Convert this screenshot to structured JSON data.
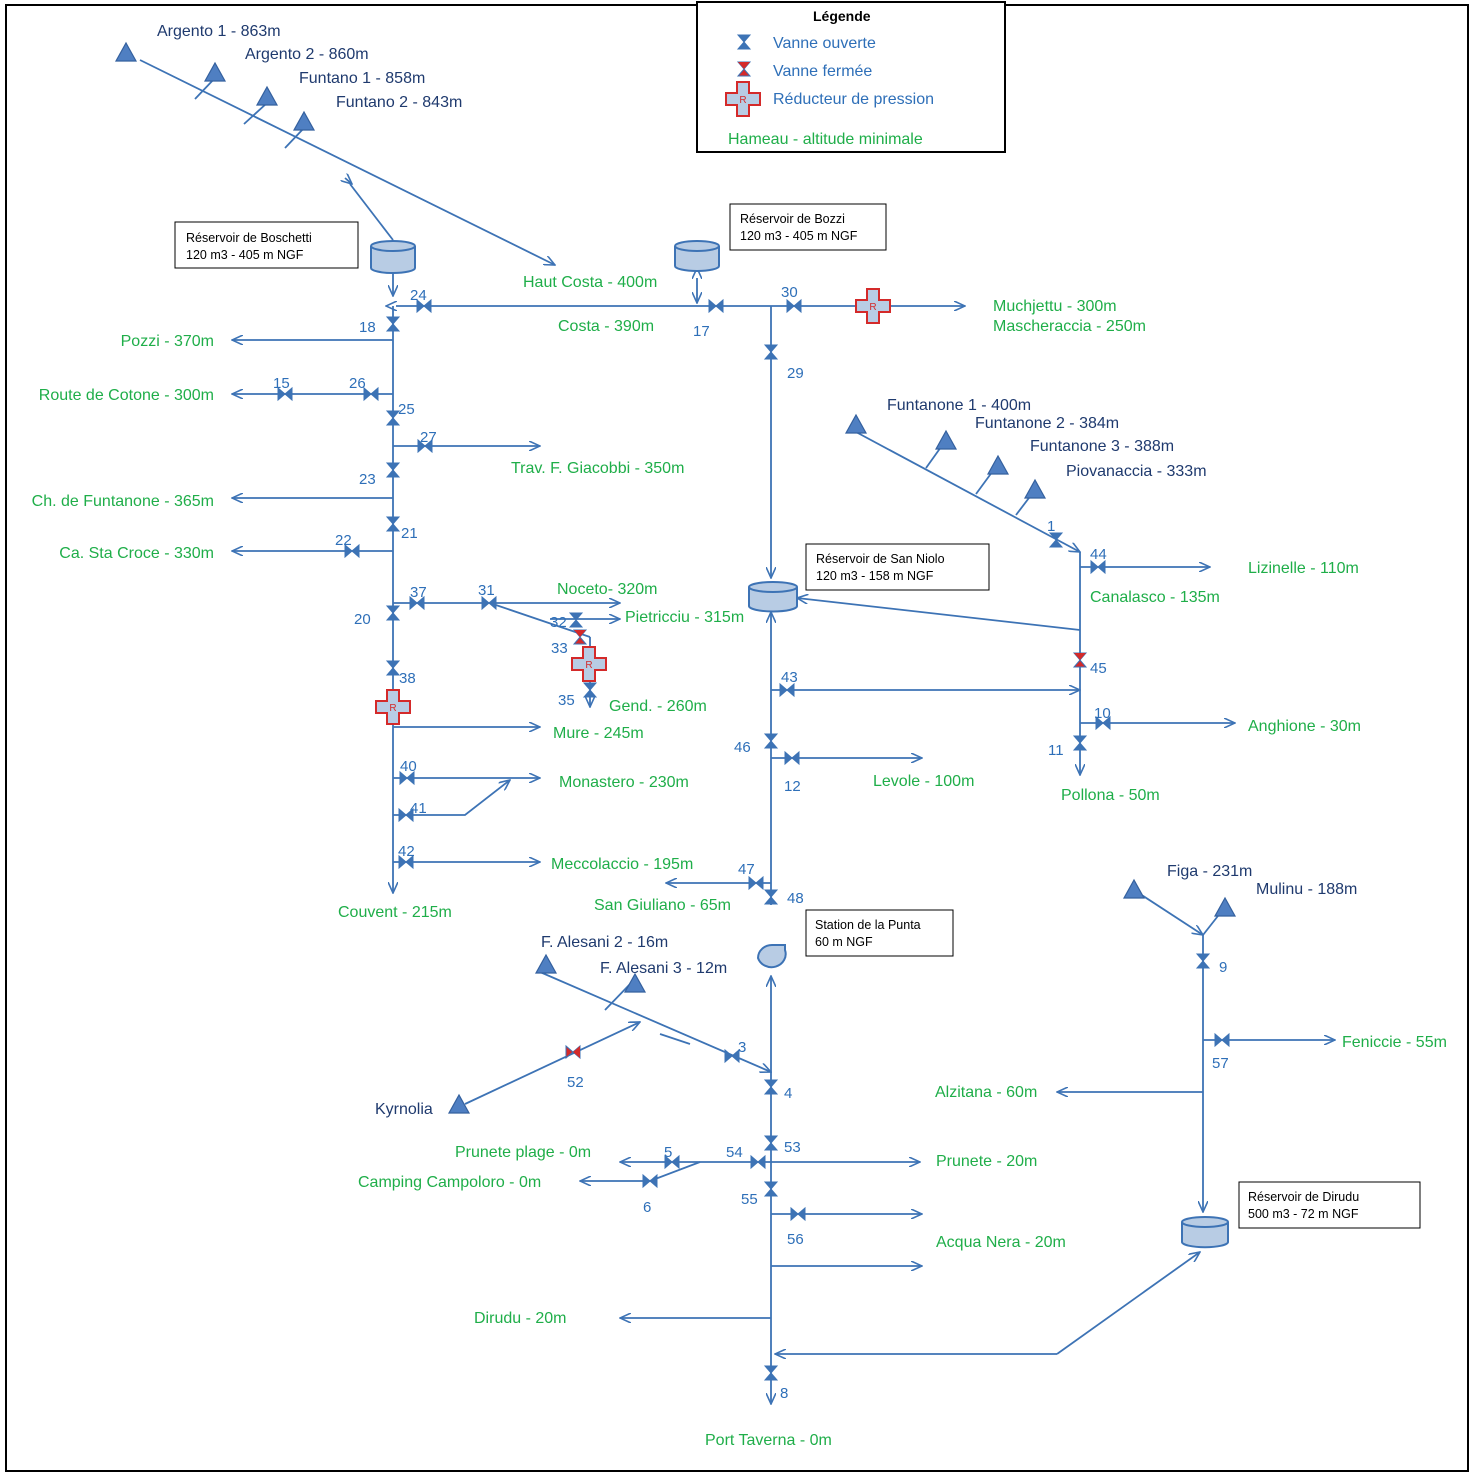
{
  "legend": {
    "title": "Légende",
    "valve_open": "Vanne ouverte",
    "valve_closed": "Vanne fermée",
    "reducer": "Réducteur de pression",
    "hamlet": "Hameau - altitude minimale"
  },
  "reservoirs": {
    "boschetti": {
      "name": "Réservoir de Boschetti",
      "spec": "120 m3 - 405 m NGF"
    },
    "bozzi": {
      "name": "Réservoir de Bozzi",
      "spec": "120 m3 - 405 m NGF"
    },
    "san_niolo": {
      "name": "Réservoir de San Niolo",
      "spec": "120 m3 - 158 m NGF"
    },
    "punta": {
      "name": "Station de la Punta",
      "spec": "60 m NGF"
    },
    "dirudu": {
      "name": "Réservoir de Dirudu",
      "spec": "500 m3 - 72 m NGF"
    }
  },
  "sources": {
    "argento1": "Argento 1 - 863m",
    "argento2": "Argento 2 - 860m",
    "funtano1": "Funtano 1 - 858m",
    "funtano2": "Funtano 2 - 843m",
    "funtanone1": "Funtanone 1 - 400m",
    "funtanone2": "Funtanone 2 - 384m",
    "funtanone3": "Funtanone 3 - 388m",
    "piovanaccia": "Piovanaccia - 333m",
    "figa": "Figa - 231m",
    "mulinu": "Mulinu - 188m",
    "alesani2": "F. Alesani 2 - 16m",
    "alesani3": "F. Alesani 3 - 12m",
    "kyrnolia": "Kyrnolia"
  },
  "hamlets": {
    "haut_costa": "Haut Costa - 400m",
    "costa": "Costa - 390m",
    "muchjettu": "Muchjettu - 300m",
    "mascheraccia": "Mascheraccia - 250m",
    "pozzi": "Pozzi - 370m",
    "route_cotone": "Route de Cotone - 300m",
    "trav_giacobbi": "Trav. F. Giacobbi - 350m",
    "ch_funtanone": "Ch. de Funtanone - 365m",
    "ca_sta_croce": "Ca. Sta Croce - 330m",
    "noceto": "Noceto- 320m",
    "pietricciu": "Pietricciu - 315m",
    "gend": "Gend. - 260m",
    "mure": "Mure - 245m",
    "monastero": "Monastero - 230m",
    "meccolaccio": "Meccolaccio - 195m",
    "couvent": "Couvent - 215m",
    "lizinelle": "Lizinelle - 110m",
    "canalasco": "Canalasco - 135m",
    "anghione": "Anghione - 30m",
    "pollona": "Pollona - 50m",
    "levole": "Levole - 100m",
    "san_giuliano": "San Giuliano - 65m",
    "feniccie": "Feniccie - 55m",
    "alzitana": "Alzitana - 60m",
    "prunete_plage": "Prunete plage - 0m",
    "camping": "Camping Campoloro - 0m",
    "prunete": "Prunete - 20m",
    "acqua_nera": "Acqua Nera - 20m",
    "dirudu": "Dirudu - 20m",
    "port_taverna": "Port Taverna - 0m"
  },
  "valves": {
    "open": [
      "24",
      "18",
      "15",
      "26",
      "25",
      "27",
      "23",
      "21",
      "22",
      "37",
      "31",
      "32",
      "20",
      "35",
      "38",
      "40",
      "41",
      "42",
      "17",
      "30",
      "29",
      "1",
      "44",
      "43",
      "10",
      "11",
      "46",
      "12",
      "47",
      "48",
      "3",
      "4",
      "53",
      "54",
      "5",
      "6",
      "55",
      "56",
      "8",
      "9",
      "57"
    ],
    "closed": [
      "33",
      "45",
      "52"
    ]
  },
  "reducer_letter": "R",
  "colors": {
    "pipe": "#3d73b5",
    "hamlet": "#1fae49",
    "source": "#1f3a6e",
    "valve": "#3d73b5",
    "valve_closed_mark": "#d42a2a",
    "reducer": "#d42a2a",
    "reservoir_fill": "#b8cce4"
  }
}
